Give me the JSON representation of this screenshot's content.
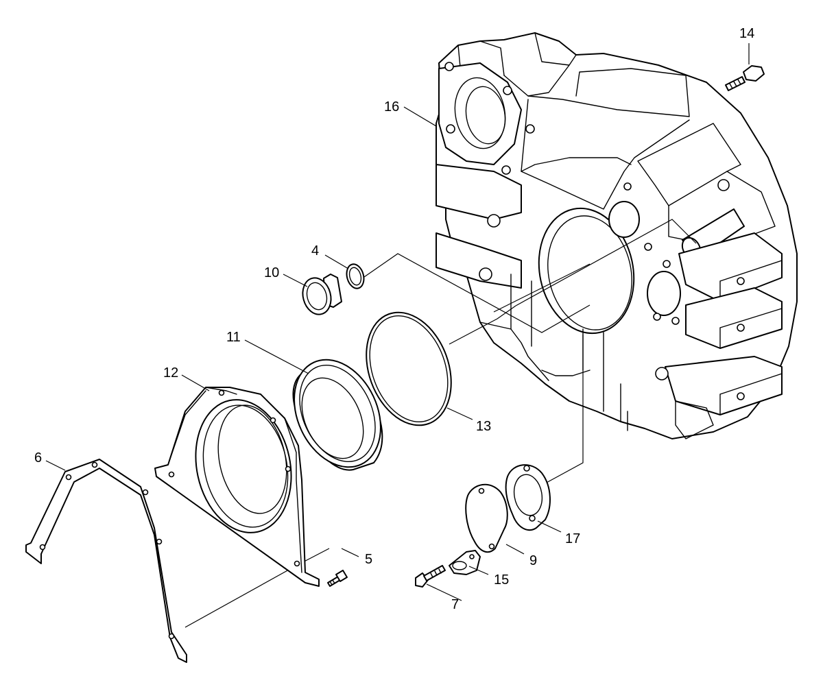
{
  "callouts": {
    "c4": "4",
    "c5": "5",
    "c6": "6",
    "c7": "7",
    "c9": "9",
    "c10": "10",
    "c11": "11",
    "c12": "12",
    "c13": "13",
    "c14": "14",
    "c15": "15",
    "c16": "16",
    "c17": "17"
  },
  "colors": {
    "line": "#000000",
    "background": "#ffffff"
  }
}
